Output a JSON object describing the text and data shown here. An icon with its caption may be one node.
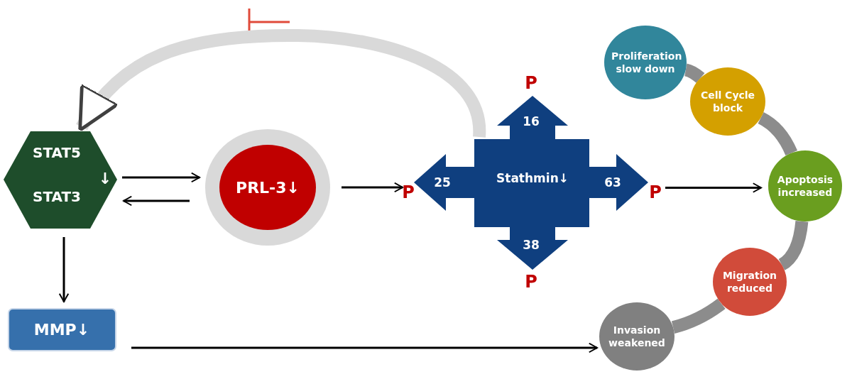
{
  "diagram": {
    "nodes": [
      {
        "text": [
          "STAT5",
          "↓",
          "STAT3"
        ]
      },
      {
        "text": [
          "PRL-3↓"
        ]
      },
      {
        "text": [
          "16",
          "25",
          "Stathmin↓",
          "63",
          "38"
        ],
        "beside": [
          "P",
          "P",
          "P",
          "P"
        ]
      },
      {
        "text": [
          "MMP↓"
        ]
      },
      {
        "text": [
          "Proliferation slow down"
        ]
      },
      {
        "text": [
          "Cell Cycle block"
        ]
      },
      {
        "text": [
          "Apoptosis increased"
        ]
      },
      {
        "text": [
          "Migration reduced"
        ]
      },
      {
        "text": [
          "Invasion weakened"
        ]
      }
    ],
    "edges": [
      {
        "from": 2,
        "to": 0,
        "arrow": "to",
        "style": "thick",
        "color": "#d9d9d9"
      },
      {
        "from": 0,
        "to": 1,
        "arrow": "to"
      },
      {
        "from": 1,
        "to": 0,
        "arrow": "to"
      },
      {
        "from": 1,
        "to": 2,
        "arrow": "to"
      },
      {
        "from": 2,
        "to": 6,
        "arrow": "to"
      },
      {
        "from": 0,
        "to": 3,
        "arrow": "to"
      },
      {
        "from": 3,
        "to": 8,
        "arrow": "to"
      },
      {
        "from": 4,
        "to": 5,
        "arrow": "none",
        "style": "thick",
        "color": "#8c8c8c"
      },
      {
        "from": 5,
        "to": 6,
        "arrow": "none",
        "style": "thick",
        "color": "#8c8c8c"
      },
      {
        "from": 6,
        "to": 7,
        "arrow": "none",
        "style": "thick",
        "color": "#8c8c8c"
      },
      {
        "from": 7,
        "to": 8,
        "arrow": "none",
        "style": "thick",
        "color": "#8c8c8c"
      }
    ]
  }
}
